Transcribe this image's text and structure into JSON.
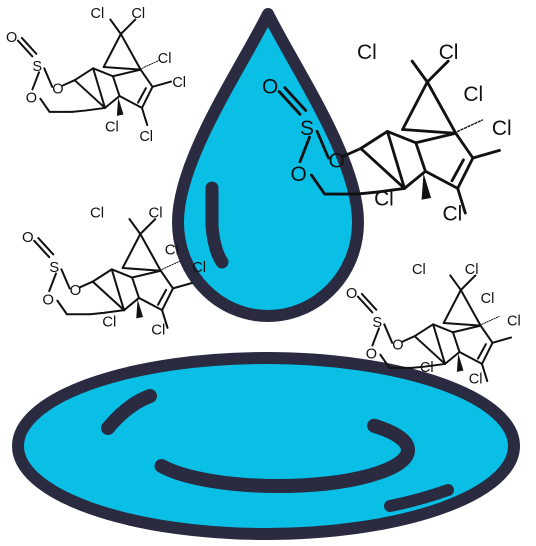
{
  "colors": {
    "water": "#0ABFE6",
    "outline": "#2A2A40",
    "ink": "#111111",
    "background": "#FFFFFF"
  },
  "icons": {
    "drop": "water-drop-icon",
    "puddle": "puddle-icon",
    "molecule": "endosulfan-molecule-icon"
  },
  "atoms": {
    "cl": "Cl",
    "o": "O",
    "s": "S"
  }
}
